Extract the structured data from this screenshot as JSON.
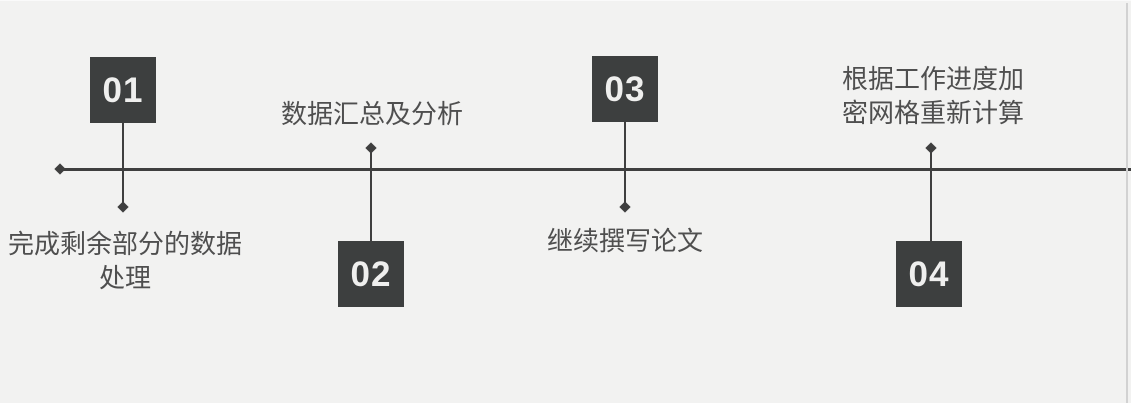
{
  "canvas": {
    "background_color": "#f2f2f1",
    "axis_color": "#3f3f3f",
    "box_color": "#3d3f3f",
    "number_color": "#efefee",
    "label_color": "#4f4f4f",
    "edge_line_color": "#d2d2d2"
  },
  "timeline": {
    "items": [
      {
        "number": "01",
        "label": "完成剩余部分的数据\n处理"
      },
      {
        "number": "02",
        "label": "数据汇总及分析"
      },
      {
        "number": "03",
        "label": "继续撰写论文"
      },
      {
        "number": "04",
        "label": "根据工作进度加\n密网格重新计算"
      }
    ]
  }
}
